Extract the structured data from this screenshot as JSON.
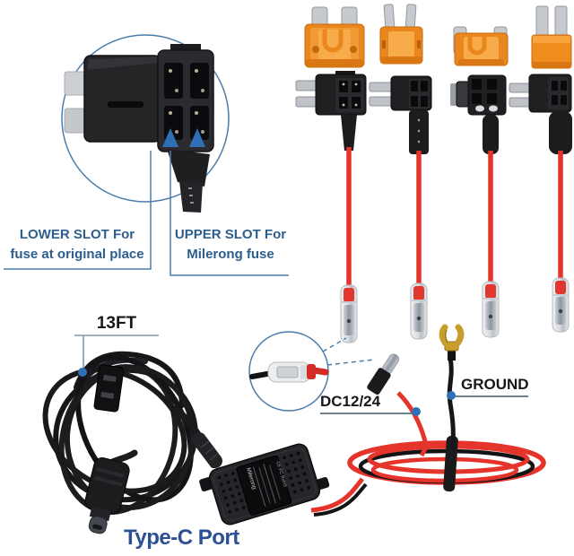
{
  "labels": {
    "lower_slot_line1": "LOWER SLOT For",
    "lower_slot_line2": "fuse at original place",
    "upper_slot_line1": "UPPER SLOT For",
    "upper_slot_line2": "Milerong fuse",
    "cable_length": "13FT",
    "power_input": "DC12/24",
    "ground": "GROUND",
    "port": "Type-C Port"
  },
  "converter_label": {
    "brand": "Milerong",
    "certs": "CE FC RoHS"
  },
  "parts": {
    "fuses": [
      "standard-ato-fuse",
      "mini-fuse",
      "low-profile-mini-fuse",
      "micro2-fuse"
    ],
    "fuse_taps": [
      "ato-fuse-tap",
      "mini-fuse-tap",
      "low-profile-mini-fuse-tap",
      "micro2-fuse-tap"
    ],
    "wire_terminals": [
      "insulated-crimp-terminal",
      "insulated-crimp-terminal",
      "insulated-crimp-terminal",
      "insulated-crimp-terminal"
    ],
    "ground_terminal": "gold-fork-spade-terminal",
    "inline_fuse_holder": "inline-fuse-holder",
    "output_connector": "type-c-plug",
    "converter": "voltage-converter-box"
  },
  "colors": {
    "slot_label_blue": "#2d5e8c",
    "port_label_blue": "#2c4f95",
    "pointer_dot_blue": "#2f6fb5",
    "callout_stroke_blue": "#4a7dab",
    "fuse_orange": "#e9861c",
    "cable_red": "#e5342b",
    "label_text_black": "#17181a"
  }
}
